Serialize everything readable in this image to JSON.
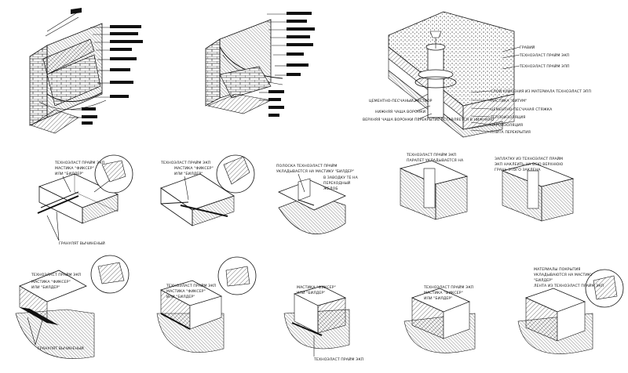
{
  "drawing": {
    "colors": {
      "ink": "#111111",
      "paper": "#ffffff"
    },
    "drain": {
      "labels_left": [
        "ЦЕМЕНТНО-ПЕСЧАНЫЙ РАСТВОР",
        "НИЖНЯЯ ЧАША ВОРОНКИ",
        "ВЕРХНЯЯ ЧАША ВОРОНКИ ПЕРЕКРЫТИЕ ВСТАВЛЯЕТСЯ В НИЖНЮЮ"
      ],
      "labels_right": [
        "ГРАВИЙ",
        "ТЕХНОЭЛАСТ ПРАЙМ ЭКП",
        "ТЕХНОЭЛАСТ ПРАЙМ ЭПП",
        "СЛОЙ УСИЛЕНИЯ ИЗ МАТЕРИАЛА ТЕХНОЭЛАСТ ЭПП",
        "МАСТИКА \"БИТУМ\"",
        "ЦЕМЕНТНО-ПЕСЧАНАЯ СТЯЖКА",
        "ТЕПЛОИЗОЛЯЦИЯ",
        "ПАРОИЗОЛЯЦИЯ",
        "ПЛИТА ПЕРЕКРЫТИЯ"
      ]
    },
    "row2": {
      "d1": [
        "ТЕХНОЭЛАСТ ПРАЙМ ЭКП",
        "МАСТИКА \"ФИКСЕР\"",
        "ИЛИ \"БИЛДЕР\""
      ],
      "d1_bottom": "ГРАНУЛЯТ ВЫЧИНЕНЫЙ",
      "d2": [
        "ТЕХНОЭЛАСТ ПРАЙМ ЭКП",
        "МАСТИКА \"ФИКСЕР\"",
        "ИЛИ \"БИЛДЕР\""
      ],
      "d3": [
        "ПОЛОСКА ТЕХНОЭЛАСТ ПРАЙМ",
        "УКЛАДЫВАЕТСЯ НА МАСТИКУ \"БИЛДЕР\""
      ],
      "d3_side": [
        "В ЗАВОДКУ ТЕ НА",
        "ПЕРЕХОДНЫЙ",
        "ЖЕЛОБ"
      ],
      "d4": [
        "ТЕХНОЭЛАСТ ПРАЙМ ЭКП",
        "ПАРАПЕТ УКЛАДЫВАЕТСЯ НА"
      ],
      "d5": [
        "ЗАПЛАТКУ ИЗ ТЕХНОЭЛАСТ ПРАЙМ",
        "ЭКП НАКЛЕИТЬ НА ВСЮ ВЕРХНЮЮ",
        "ГРАНЬ ЭТОГО ЗАКЛЕНА"
      ]
    },
    "row3": {
      "d1": [
        "ТЕХНОЭЛАСТ ПРАЙМ ЭКП",
        "МАСТИКА \"ФИКСЕР\"",
        "ИЛИ \"БИЛДЕР\""
      ],
      "d1_bottom": "ГРАНУЛЯТ ВЫЧИНЕНЫЙ",
      "d2": [
        "ТЕХНОЭЛАСТ ПРАЙМ ЭКП",
        "МАСТИКА \"ФИКСЕР\"",
        "ИЛИ \"БИЛДЕР\""
      ],
      "d3": [
        "МАСТИКА \"ФИКСЕР\"",
        "ИЛИ \"БИЛДЕР\""
      ],
      "d3_bottom": "ТЕХНОЭЛАСТ ПРАЙМ ЭКП",
      "d4": [
        "ТЕХНОЭЛАСТ ПРАЙМ ЭКП",
        "МАСТИКА \"ФИКСЕР\"",
        "ИЛИ \"БИЛДЕР\""
      ],
      "d5": [
        "МАТЕРИАЛЫ ПОКРЫТИЯ",
        "УКЛАДЫВАЮТСЯ НА МАСТИКУ",
        "\"БИЛДЕР\"",
        "ЛЕНТА ИЗ ТЕХНОЭЛАСТ ПРАЙМ ЭКП"
      ]
    }
  }
}
